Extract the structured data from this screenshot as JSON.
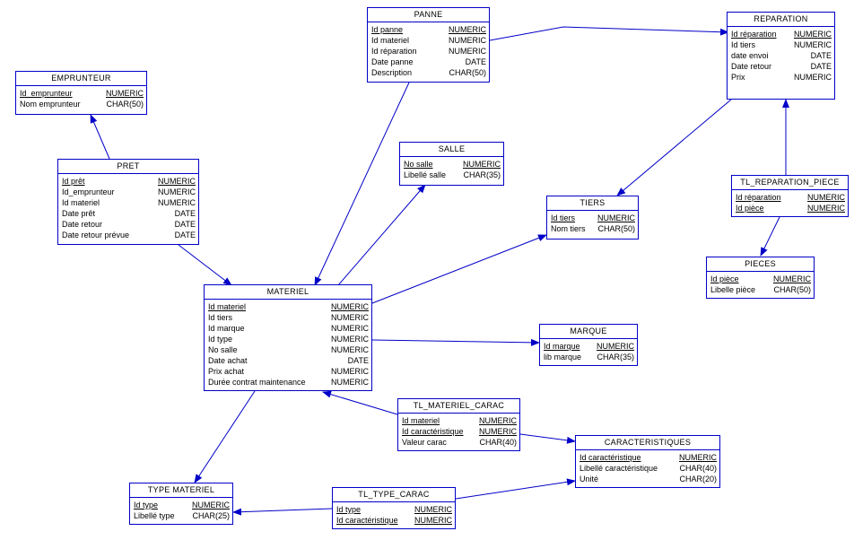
{
  "entities": {
    "panne": {
      "title": "PANNE",
      "rows": [
        {
          "name": "Id panne",
          "type": "NUMERIC",
          "key": true
        },
        {
          "name": "Id materiel",
          "type": "NUMERIC",
          "key": false
        },
        {
          "name": "Id réparation",
          "type": "NUMERIC",
          "key": false
        },
        {
          "name": "Date panne",
          "type": "DATE",
          "key": false
        },
        {
          "name": "Description",
          "type": "CHAR(50)",
          "key": false
        }
      ]
    },
    "reparation": {
      "title": "REPARATION",
      "rows": [
        {
          "name": "Id réparation",
          "type": "NUMERIC",
          "key": true
        },
        {
          "name": "Id tiers",
          "type": "NUMERIC",
          "key": false
        },
        {
          "name": "date envoi",
          "type": "DATE",
          "key": false
        },
        {
          "name": "Date retour",
          "type": "DATE",
          "key": false
        },
        {
          "name": "Prix",
          "type": "NUMERIC",
          "key": false
        }
      ]
    },
    "emprunteur": {
      "title": "EMPRUNTEUR",
      "rows": [
        {
          "name": "Id_emprunteur",
          "type": "NUMERIC",
          "key": true
        },
        {
          "name": "Nom emprunteur",
          "type": "CHAR(50)",
          "key": false
        }
      ]
    },
    "salle": {
      "title": "SALLE",
      "rows": [
        {
          "name": "No salle",
          "type": "NUMERIC",
          "key": true
        },
        {
          "name": "Libellé salle",
          "type": "CHAR(35)",
          "key": false
        }
      ]
    },
    "pret": {
      "title": "PRET",
      "rows": [
        {
          "name": "Id prêt",
          "type": "NUMERIC",
          "key": true
        },
        {
          "name": "Id_emprunteur",
          "type": "NUMERIC",
          "key": false
        },
        {
          "name": "Id materiel",
          "type": "NUMERIC",
          "key": false
        },
        {
          "name": "Date prêt",
          "type": "DATE",
          "key": false
        },
        {
          "name": "Date retour",
          "type": "DATE",
          "key": false
        },
        {
          "name": "Date retour prévue",
          "type": "DATE",
          "key": false
        }
      ]
    },
    "tl_reparation_piece": {
      "title": "TL_REPARATION_PIECE",
      "rows": [
        {
          "name": "Id réparation",
          "type": "NUMERIC",
          "key": true
        },
        {
          "name": "Id pièce",
          "type": "NUMERIC",
          "key": true
        }
      ]
    },
    "tiers": {
      "title": "TIERS",
      "rows": [
        {
          "name": "Id tiers",
          "type": "NUMERIC",
          "key": true
        },
        {
          "name": "Nom tiers",
          "type": "CHAR(50)",
          "key": false
        }
      ]
    },
    "pieces": {
      "title": "PIECES",
      "rows": [
        {
          "name": "Id pièce",
          "type": "NUMERIC",
          "key": true
        },
        {
          "name": "Libelle pièce",
          "type": "CHAR(50)",
          "key": false
        }
      ]
    },
    "materiel": {
      "title": "MATERIEL",
      "rows": [
        {
          "name": "Id materiel",
          "type": "NUMERIC",
          "key": true
        },
        {
          "name": "Id tiers",
          "type": "NUMERIC",
          "key": false
        },
        {
          "name": "Id marque",
          "type": "NUMERIC",
          "key": false
        },
        {
          "name": "Id type",
          "type": "NUMERIC",
          "key": false
        },
        {
          "name": "No salle",
          "type": "NUMERIC",
          "key": false
        },
        {
          "name": "Date achat",
          "type": "DATE",
          "key": false
        },
        {
          "name": "Prix achat",
          "type": "NUMERIC",
          "key": false
        },
        {
          "name": "Durée contrat maintenance",
          "type": "NUMERIC",
          "key": false
        }
      ]
    },
    "marque": {
      "title": "MARQUE",
      "rows": [
        {
          "name": "Id marque",
          "type": "NUMERIC",
          "key": true
        },
        {
          "name": "lib marque",
          "type": "CHAR(35)",
          "key": false
        }
      ]
    },
    "tl_materiel_carac": {
      "title": "TL_MATERIEL_CARAC",
      "rows": [
        {
          "name": "Id materiel",
          "type": "NUMERIC",
          "key": true
        },
        {
          "name": "Id caractéristique",
          "type": "NUMERIC",
          "key": true
        },
        {
          "name": "Valeur carac",
          "type": "CHAR(40)",
          "key": false
        }
      ]
    },
    "caracteristiques": {
      "title": "CARACTERISTIQUES",
      "rows": [
        {
          "name": "Id caractéristique",
          "type": "NUMERIC",
          "key": true
        },
        {
          "name": "Libellé caractéristique",
          "type": "CHAR(40)",
          "key": false
        },
        {
          "name": "Unité",
          "type": "CHAR(20)",
          "key": false
        }
      ]
    },
    "type_materiel": {
      "title": "TYPE MATERIEL",
      "rows": [
        {
          "name": "Id type",
          "type": "NUMERIC",
          "key": true
        },
        {
          "name": "Libellé type",
          "type": "CHAR(25)",
          "key": false
        }
      ]
    },
    "tl_type_carac": {
      "title": "TL_TYPE_CARAC",
      "rows": [
        {
          "name": "Id type",
          "type": "NUMERIC",
          "key": true
        },
        {
          "name": "Id caractéristique",
          "type": "NUMERIC",
          "key": true
        }
      ]
    }
  },
  "relationships": [
    {
      "from": "panne",
      "to": "reparation"
    },
    {
      "from": "panne",
      "to": "materiel"
    },
    {
      "from": "reparation",
      "to": "tiers"
    },
    {
      "from": "tl_reparation_piece",
      "to": "reparation"
    },
    {
      "from": "tl_reparation_piece",
      "to": "pieces"
    },
    {
      "from": "pret",
      "to": "emprunteur"
    },
    {
      "from": "pret",
      "to": "materiel"
    },
    {
      "from": "materiel",
      "to": "salle"
    },
    {
      "from": "materiel",
      "to": "tiers"
    },
    {
      "from": "materiel",
      "to": "marque"
    },
    {
      "from": "materiel",
      "to": "type_materiel"
    },
    {
      "from": "tl_materiel_carac",
      "to": "materiel"
    },
    {
      "from": "tl_materiel_carac",
      "to": "caracteristiques"
    },
    {
      "from": "tl_type_carac",
      "to": "type_materiel"
    },
    {
      "from": "tl_type_carac",
      "to": "caracteristiques"
    }
  ],
  "colors": {
    "line": "#0000c8",
    "text": "#000000",
    "background": "#ffffff"
  }
}
